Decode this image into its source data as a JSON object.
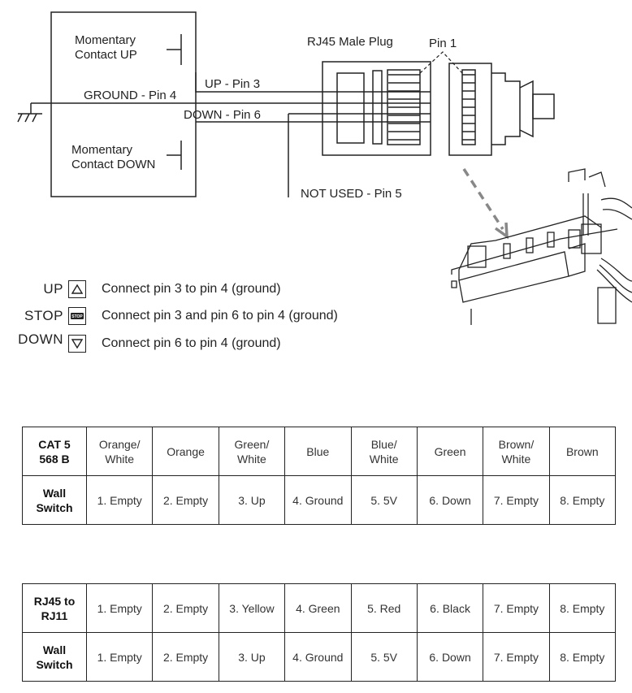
{
  "diagram": {
    "switch_up_label": [
      "Momentary",
      "Contact UP"
    ],
    "switch_down_label": [
      "Momentary",
      "Contact DOWN"
    ],
    "ground_label": "GROUND - Pin 4",
    "up_label": "UP - Pin 3",
    "down_label": "DOWN - Pin 6",
    "not_used_label": "NOT USED - Pin 5",
    "plug_label": "RJ45 Male Plug",
    "pin1_label": "Pin 1"
  },
  "legend": [
    {
      "name": "UP",
      "icon": "up-triangle-icon",
      "text": "Connect pin 3 to pin 4 (ground)"
    },
    {
      "name": "STOP",
      "icon": "stop-icon",
      "icon_text": "STOP",
      "text": "Connect pin 3 and pin 6 to pin 4 (ground)"
    },
    {
      "name": "DOWN",
      "icon": "down-triangle-icon",
      "text": "Connect pin 6 to pin 4 (ground)"
    }
  ],
  "table1": {
    "rows": [
      [
        "CAT 5\n568 B",
        "Orange/\nWhite",
        "Orange",
        "Green/\nWhite",
        "Blue",
        "Blue/\nWhite",
        "Green",
        "Brown/\nWhite",
        "Brown"
      ],
      [
        "Wall\nSwitch",
        "1. Empty",
        "2. Empty",
        "3. Up",
        "4. Ground",
        "5. 5V",
        "6. Down",
        "7. Empty",
        "8. Empty"
      ]
    ]
  },
  "table2": {
    "rows": [
      [
        "RJ45 to\nRJ11",
        "1. Empty",
        "2. Empty",
        "3. Yellow",
        "4. Green",
        "5. Red",
        "6. Black",
        "7. Empty",
        "8. Empty"
      ],
      [
        "Wall\nSwitch",
        "1. Empty",
        "2. Empty",
        "3. Up",
        "4. Ground",
        "5. 5V",
        "6. Down",
        "7. Empty",
        "8. Empty"
      ]
    ]
  }
}
